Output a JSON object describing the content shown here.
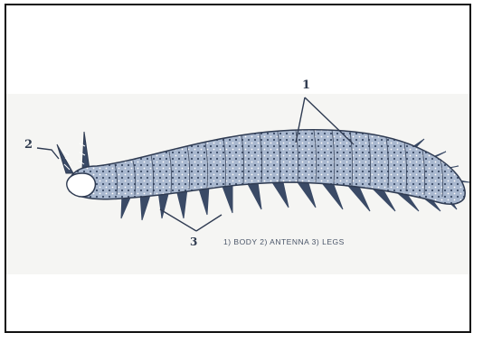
{
  "diagram": {
    "callouts": {
      "body": "1",
      "antenna": "2",
      "legs": "3"
    },
    "legend_text": "1) BODY   2) ANTENNA 3) LEGS",
    "colors": {
      "ink": "#3a4a66",
      "body_fill": "#9fb0c9",
      "background": "#f5f5f3",
      "frame": "#111111"
    }
  }
}
